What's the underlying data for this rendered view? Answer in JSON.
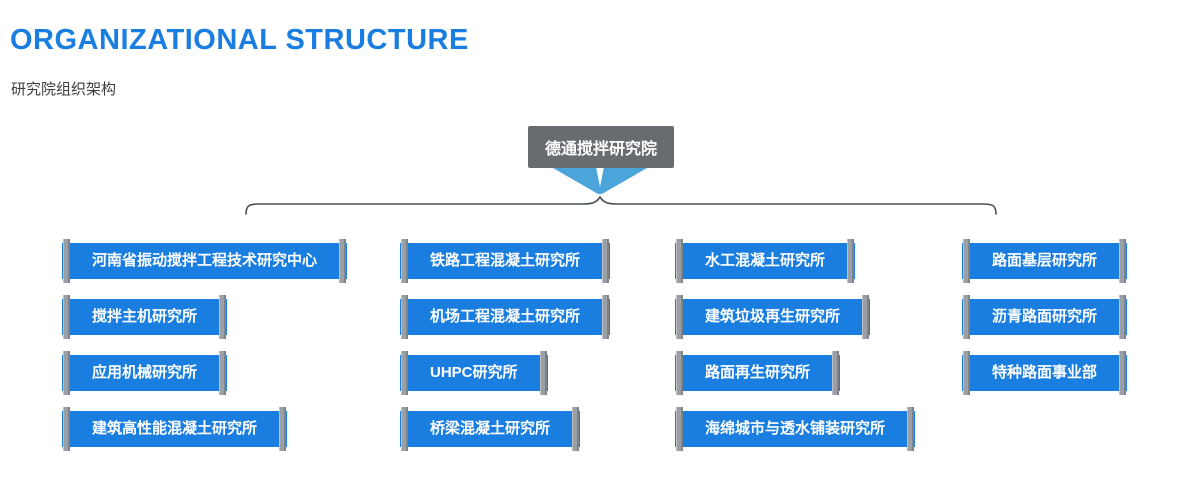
{
  "header": {
    "title": "ORGANIZATIONAL STRUCTURE",
    "subtitle": "研究院组织架构"
  },
  "root": {
    "label": "德通搅拌研究院"
  },
  "columns": [
    {
      "items": [
        "河南省振动搅拌工程技术研究中心",
        "搅拌主机研究所",
        "应用机械研究所",
        "建筑高性能混凝土研究所"
      ]
    },
    {
      "items": [
        "铁路工程混凝土研究所",
        "机场工程混凝土研究所",
        "UHPC研究所",
        "桥梁混凝土研究所"
      ]
    },
    {
      "items": [
        "水工混凝土研究所",
        "建筑垃圾再生研究所",
        "路面再生研究所",
        "海绵城市与透水铺装研究所"
      ]
    },
    {
      "items": [
        "路面基层研究所",
        "沥青路面研究所",
        "特种路面事业部"
      ]
    }
  ],
  "colors": {
    "accent": "#1a7ee0",
    "banner": "#1a7ee0",
    "root_bg": "#686c70",
    "funnel": "#4ba4da",
    "post": "#9aa0a6",
    "brace": "#4b5055"
  }
}
